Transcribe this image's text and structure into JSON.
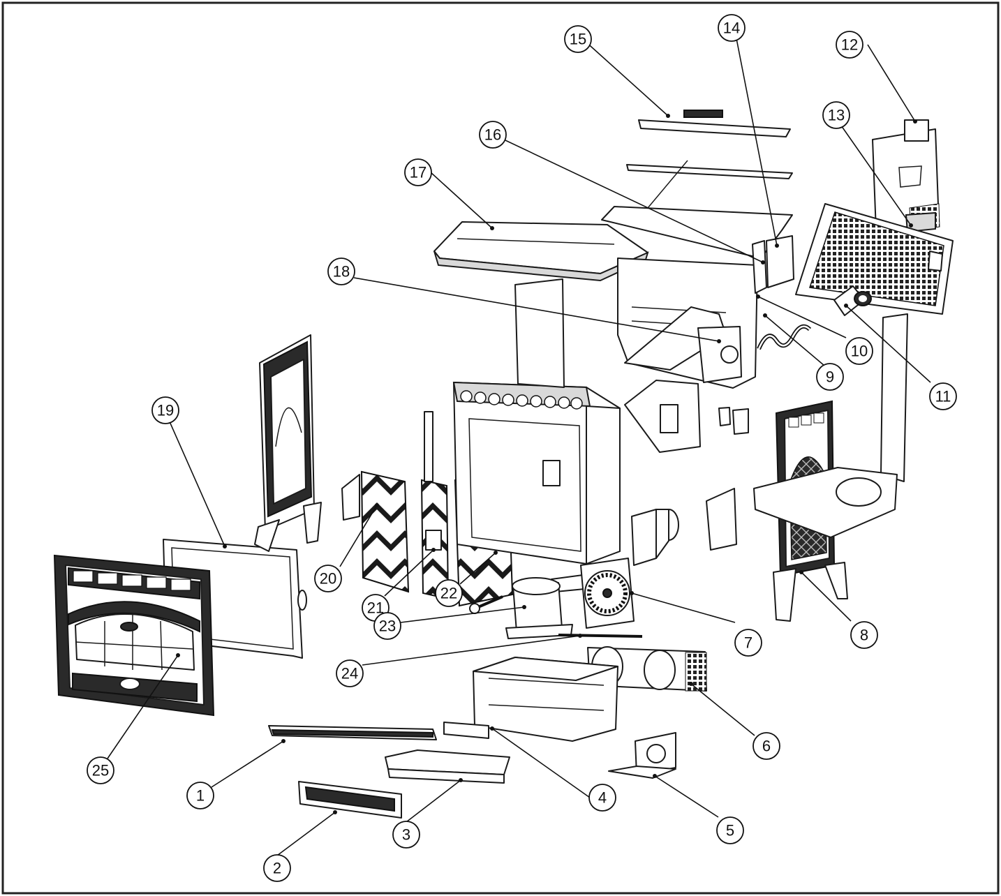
{
  "callouts": [
    {
      "num": "1"
    },
    {
      "num": "2"
    },
    {
      "num": "3"
    },
    {
      "num": "4"
    },
    {
      "num": "5"
    },
    {
      "num": "6"
    },
    {
      "num": "7"
    },
    {
      "num": "8"
    },
    {
      "num": "9"
    },
    {
      "num": "10"
    },
    {
      "num": "11"
    },
    {
      "num": "12"
    },
    {
      "num": "13"
    },
    {
      "num": "14"
    },
    {
      "num": "15"
    },
    {
      "num": "16"
    },
    {
      "num": "17"
    },
    {
      "num": "18"
    },
    {
      "num": "19"
    },
    {
      "num": "20"
    },
    {
      "num": "21"
    },
    {
      "num": "22"
    },
    {
      "num": "23"
    },
    {
      "num": "24"
    },
    {
      "num": "25"
    }
  ]
}
